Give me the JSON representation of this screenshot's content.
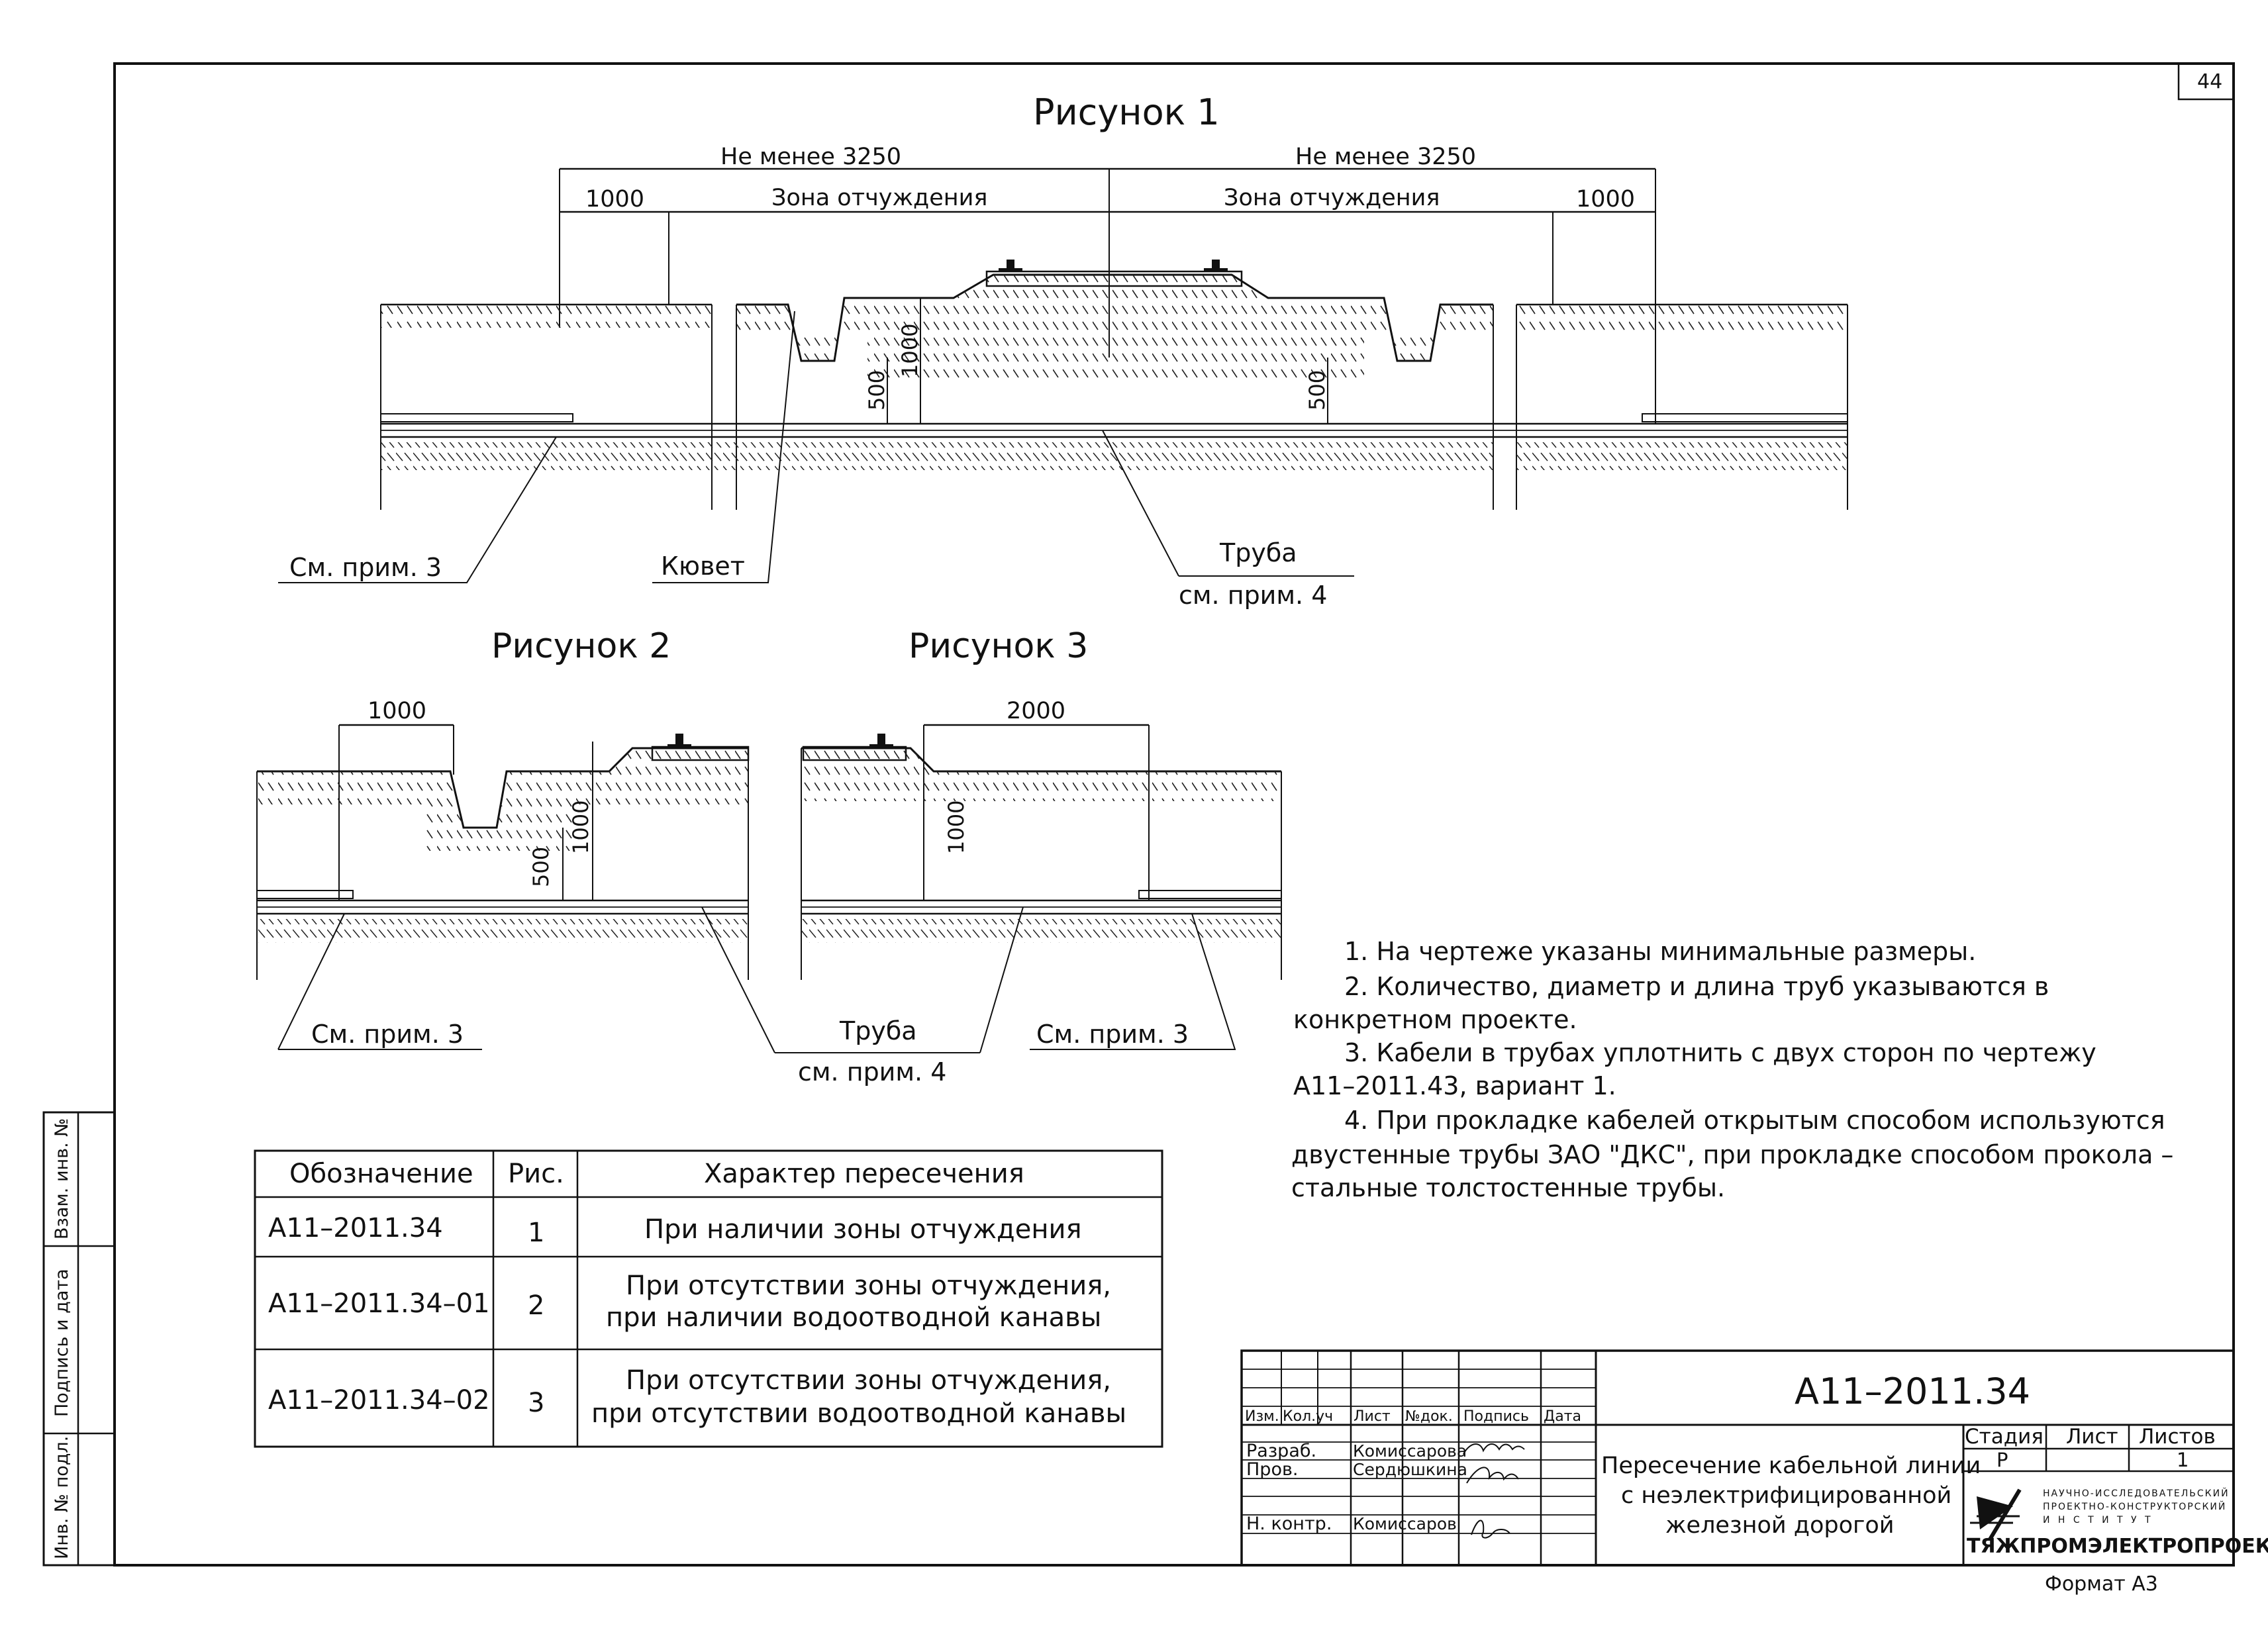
{
  "sheet": {
    "page_number": "44",
    "format_label": "Формат А3"
  },
  "figure1": {
    "title": "Рисунок 1",
    "dim_left_total": "Не менее 3250",
    "dim_right_total": "Не менее 3250",
    "dim_left_1000": "1000",
    "dim_right_1000": "1000",
    "zone_left": "Зона отчуждения",
    "zone_right": "Зона отчуждения",
    "dim_1000_vertical": "1000",
    "dim_500_left": "500",
    "dim_500_right": "500",
    "callout_note3": "См. прим. 3",
    "callout_ditch": "Кювет",
    "callout_pipe": "Труба",
    "callout_pipe_note": "см. прим. 4"
  },
  "figure2": {
    "title": "Рисунок 2",
    "dim_1000": "1000",
    "dim_500": "500",
    "dim_1000_vertical": "1000",
    "callout_note3": "См. прим. 3"
  },
  "figure3": {
    "title": "Рисунок 3",
    "dim_2000": "2000",
    "dim_1000_vertical": "1000",
    "callout_note3": "См. прим. 3"
  },
  "shared_callout": {
    "pipe": "Труба",
    "pipe_note": "см. прим. 4"
  },
  "notes": [
    "1.  На чертеже указаны минимальные размеры.",
    "2.  Количество, диаметр и длина труб указываются в",
    "конкретном проекте.",
    "3.  Кабели в трубах уплотнить с двух сторон по чертежу",
    "А11–2011.43,  вариант 1.",
    "4.  При прокладке кабелей открытым способом используются",
    "двустенные трубы ЗАО \"ДКС\", при прокладке способом прокола –",
    "стальные толстостенные трубы."
  ],
  "table": {
    "headers": [
      "Обозначение",
      "Рис.",
      "Характер пересечения"
    ],
    "rows": [
      {
        "code": "А11–2011.34",
        "fig": "1",
        "desc1": "При наличии зоны отчуждения",
        "desc2": ""
      },
      {
        "code": "А11–2011.34–01",
        "fig": "2",
        "desc1": "При отсутствии зоны отчуждения,",
        "desc2": "при наличии водоотводной канавы"
      },
      {
        "code": "А11–2011.34–02",
        "fig": "3",
        "desc1": "При отсутствии зоны отчуждения,",
        "desc2": "при отсутствии водоотводной канавы"
      }
    ]
  },
  "side_stamp": {
    "vzam": "Взам. инв. №",
    "podpis": "Подпись и дата",
    "inv": "Инв. № подл."
  },
  "title_block": {
    "doc_code": "А11–2011.34",
    "headers": [
      "Изм.",
      "Кол.уч",
      "Лист",
      "№док.",
      "Подпись",
      "Дата"
    ],
    "roles": [
      {
        "role": "Разраб.",
        "name": "Комиссарова"
      },
      {
        "role": "Пров.",
        "name": "Сердюшкина"
      },
      {
        "role": "Н. контр.",
        "name": "Комиссаров"
      }
    ],
    "title_lines": [
      "Пересечение кабельной линии",
      "с неэлектрифицированной",
      "железной дорогой"
    ],
    "stage_label": "Стадия",
    "sheet_label": "Лист",
    "sheets_label": "Листов",
    "stage_value": "Р",
    "sheets_value": "1",
    "org_line1": "НАУЧНО-ИССЛЕДОВАТЕЛЬСКИЙ",
    "org_line2": "ПРОЕКТНО-КОНСТРУКТОРСКИЙ",
    "org_line3": "И Н С Т И Т У Т",
    "org_name": "ТЯЖПРОМЭЛЕКТРОПРОЕКТ"
  }
}
